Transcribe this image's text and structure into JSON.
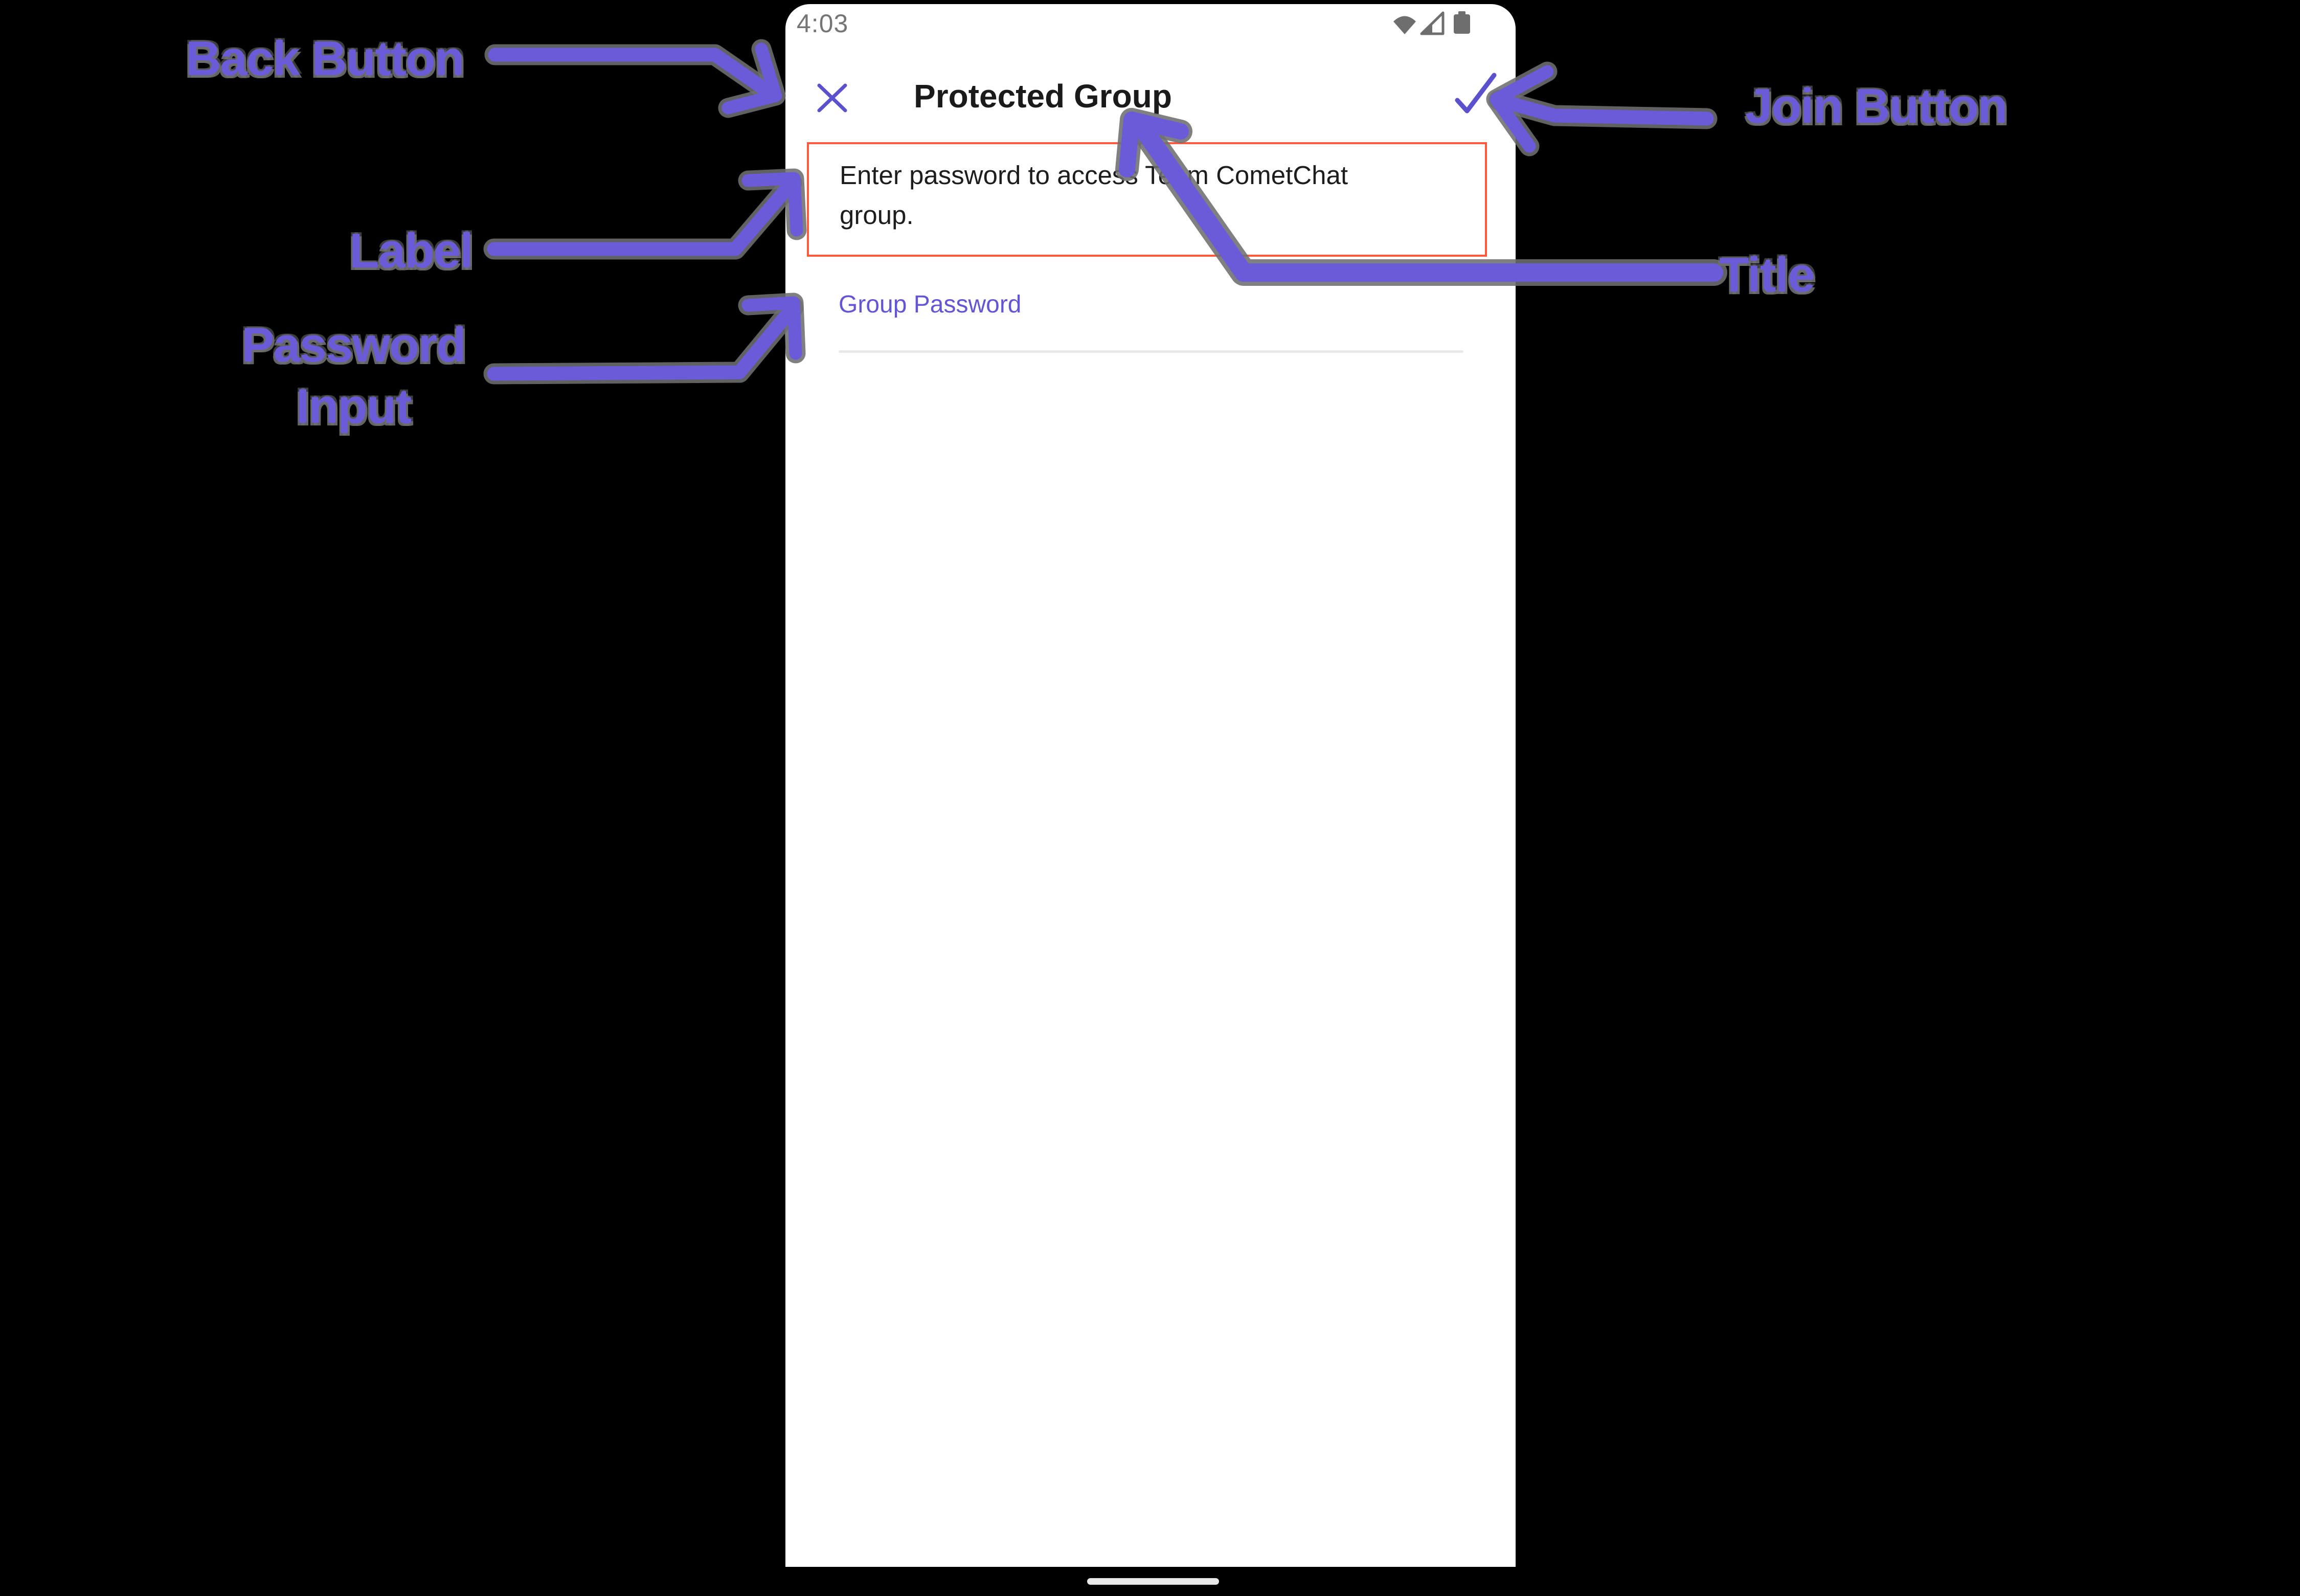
{
  "colors": {
    "background": "#000000",
    "app_accent_purple": "#5b51cc",
    "annotation_purple": "#6a5bd9",
    "label_box_border": "#ff5a3d",
    "divider_gray": "#e9e9e9",
    "status_gray": "#6e6e6e"
  },
  "phone": {
    "status_bar": {
      "time": "4:03",
      "icons": [
        "wifi-icon",
        "cell-signal-icon",
        "battery-icon"
      ]
    },
    "header": {
      "title": "Protected Group",
      "close_icon": "close-x",
      "join_icon": "checkmark"
    },
    "label_box": {
      "text": "Enter password to access Team CometChat group."
    },
    "password_field": {
      "placeholder": "Group Password",
      "value": ""
    },
    "home_indicator": "home-pill"
  },
  "annotations": {
    "back_button": "Back Button",
    "label": "Label",
    "password_input_line1": "Password",
    "password_input_line2": "Input",
    "join_button": "Join Button",
    "title": "Title"
  }
}
